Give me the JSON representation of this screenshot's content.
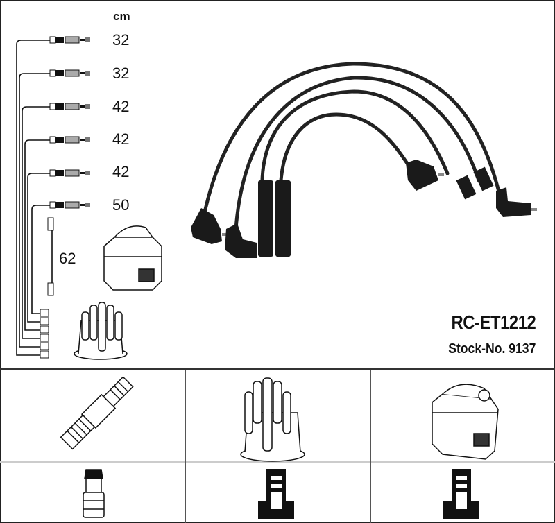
{
  "diagram": {
    "title": "RC-ET1212",
    "stock_label": "Stock-No. 9137",
    "unit_label": "cm",
    "cable_lengths": [
      "32",
      "32",
      "42",
      "42",
      "42",
      "50"
    ],
    "coil_lead_length": "62",
    "components": [
      {
        "name": "spark plug",
        "icon": "spark-plug-icon"
      },
      {
        "name": "distributor cap",
        "icon": "distributor-cap-icon"
      },
      {
        "name": "ignition coil",
        "icon": "ignition-coil-icon"
      }
    ],
    "connectors": [
      {
        "name": "spark plug terminal",
        "icon": "spark-plug-terminal-icon"
      },
      {
        "name": "distributor tower",
        "icon": "distributor-tower-icon"
      },
      {
        "name": "coil tower",
        "icon": "coil-tower-icon"
      }
    ]
  }
}
